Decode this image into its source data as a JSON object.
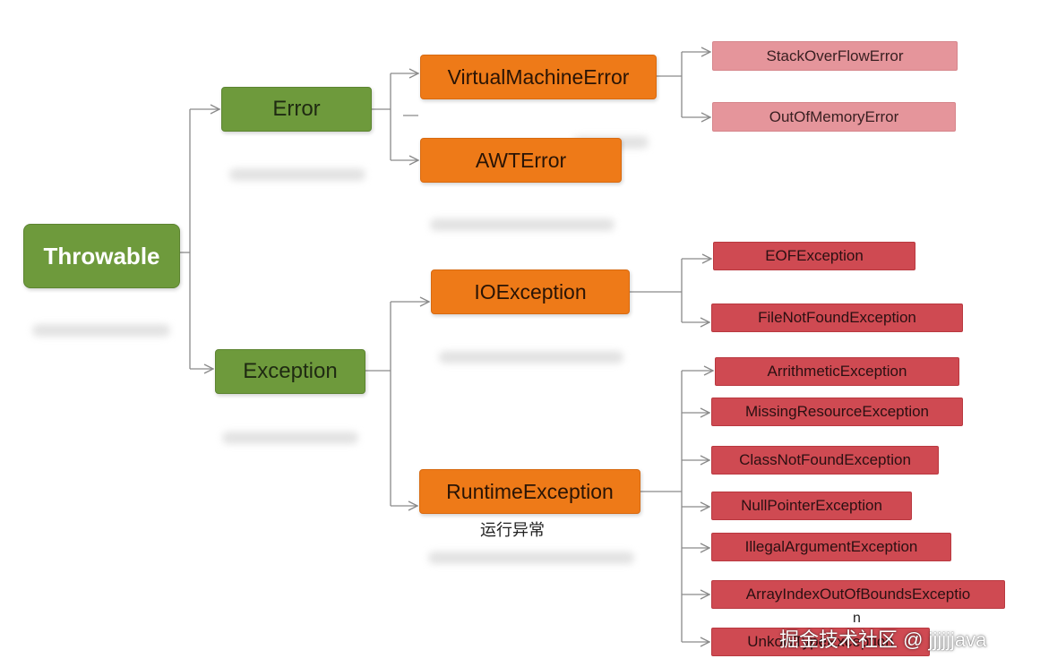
{
  "nodes": {
    "throwable": "Throwable",
    "error": "Error",
    "exception": "Exception",
    "virtual_machine_error": "VirtualMachineError",
    "awt_error": "AWTError",
    "stack_overflow_error": "StackOverFlowError",
    "out_of_memory_error": "OutOfMemoryError",
    "io_exception": "IOException",
    "runtime_exception": "RuntimeException",
    "eof_exception": "EOFException",
    "file_not_found_exception": "FileNotFoundException",
    "arithmetic_exception": "ArrithmeticException",
    "missing_resource_exception": "MissingResourceException",
    "class_not_found_exception": "ClassNotFoundException",
    "null_pointer_exception": "NullPointerException",
    "illegal_argument_exception": "IllegalArgumentException",
    "array_index_exception": "ArrayIndexOutOfBoundsExceptio",
    "array_index_exception_overflow": "n",
    "unknown_type_exception": "UnkowTypeException"
  },
  "annotations": {
    "runtime_note": "运行异常"
  },
  "watermark": "掘金技术社区 @ jjjjjjava",
  "colors": {
    "green": "#6e9a3c",
    "orange": "#ee7a18",
    "pink": "#e5959b",
    "red": "#cf4a52",
    "connector": "#8a8a8a"
  }
}
